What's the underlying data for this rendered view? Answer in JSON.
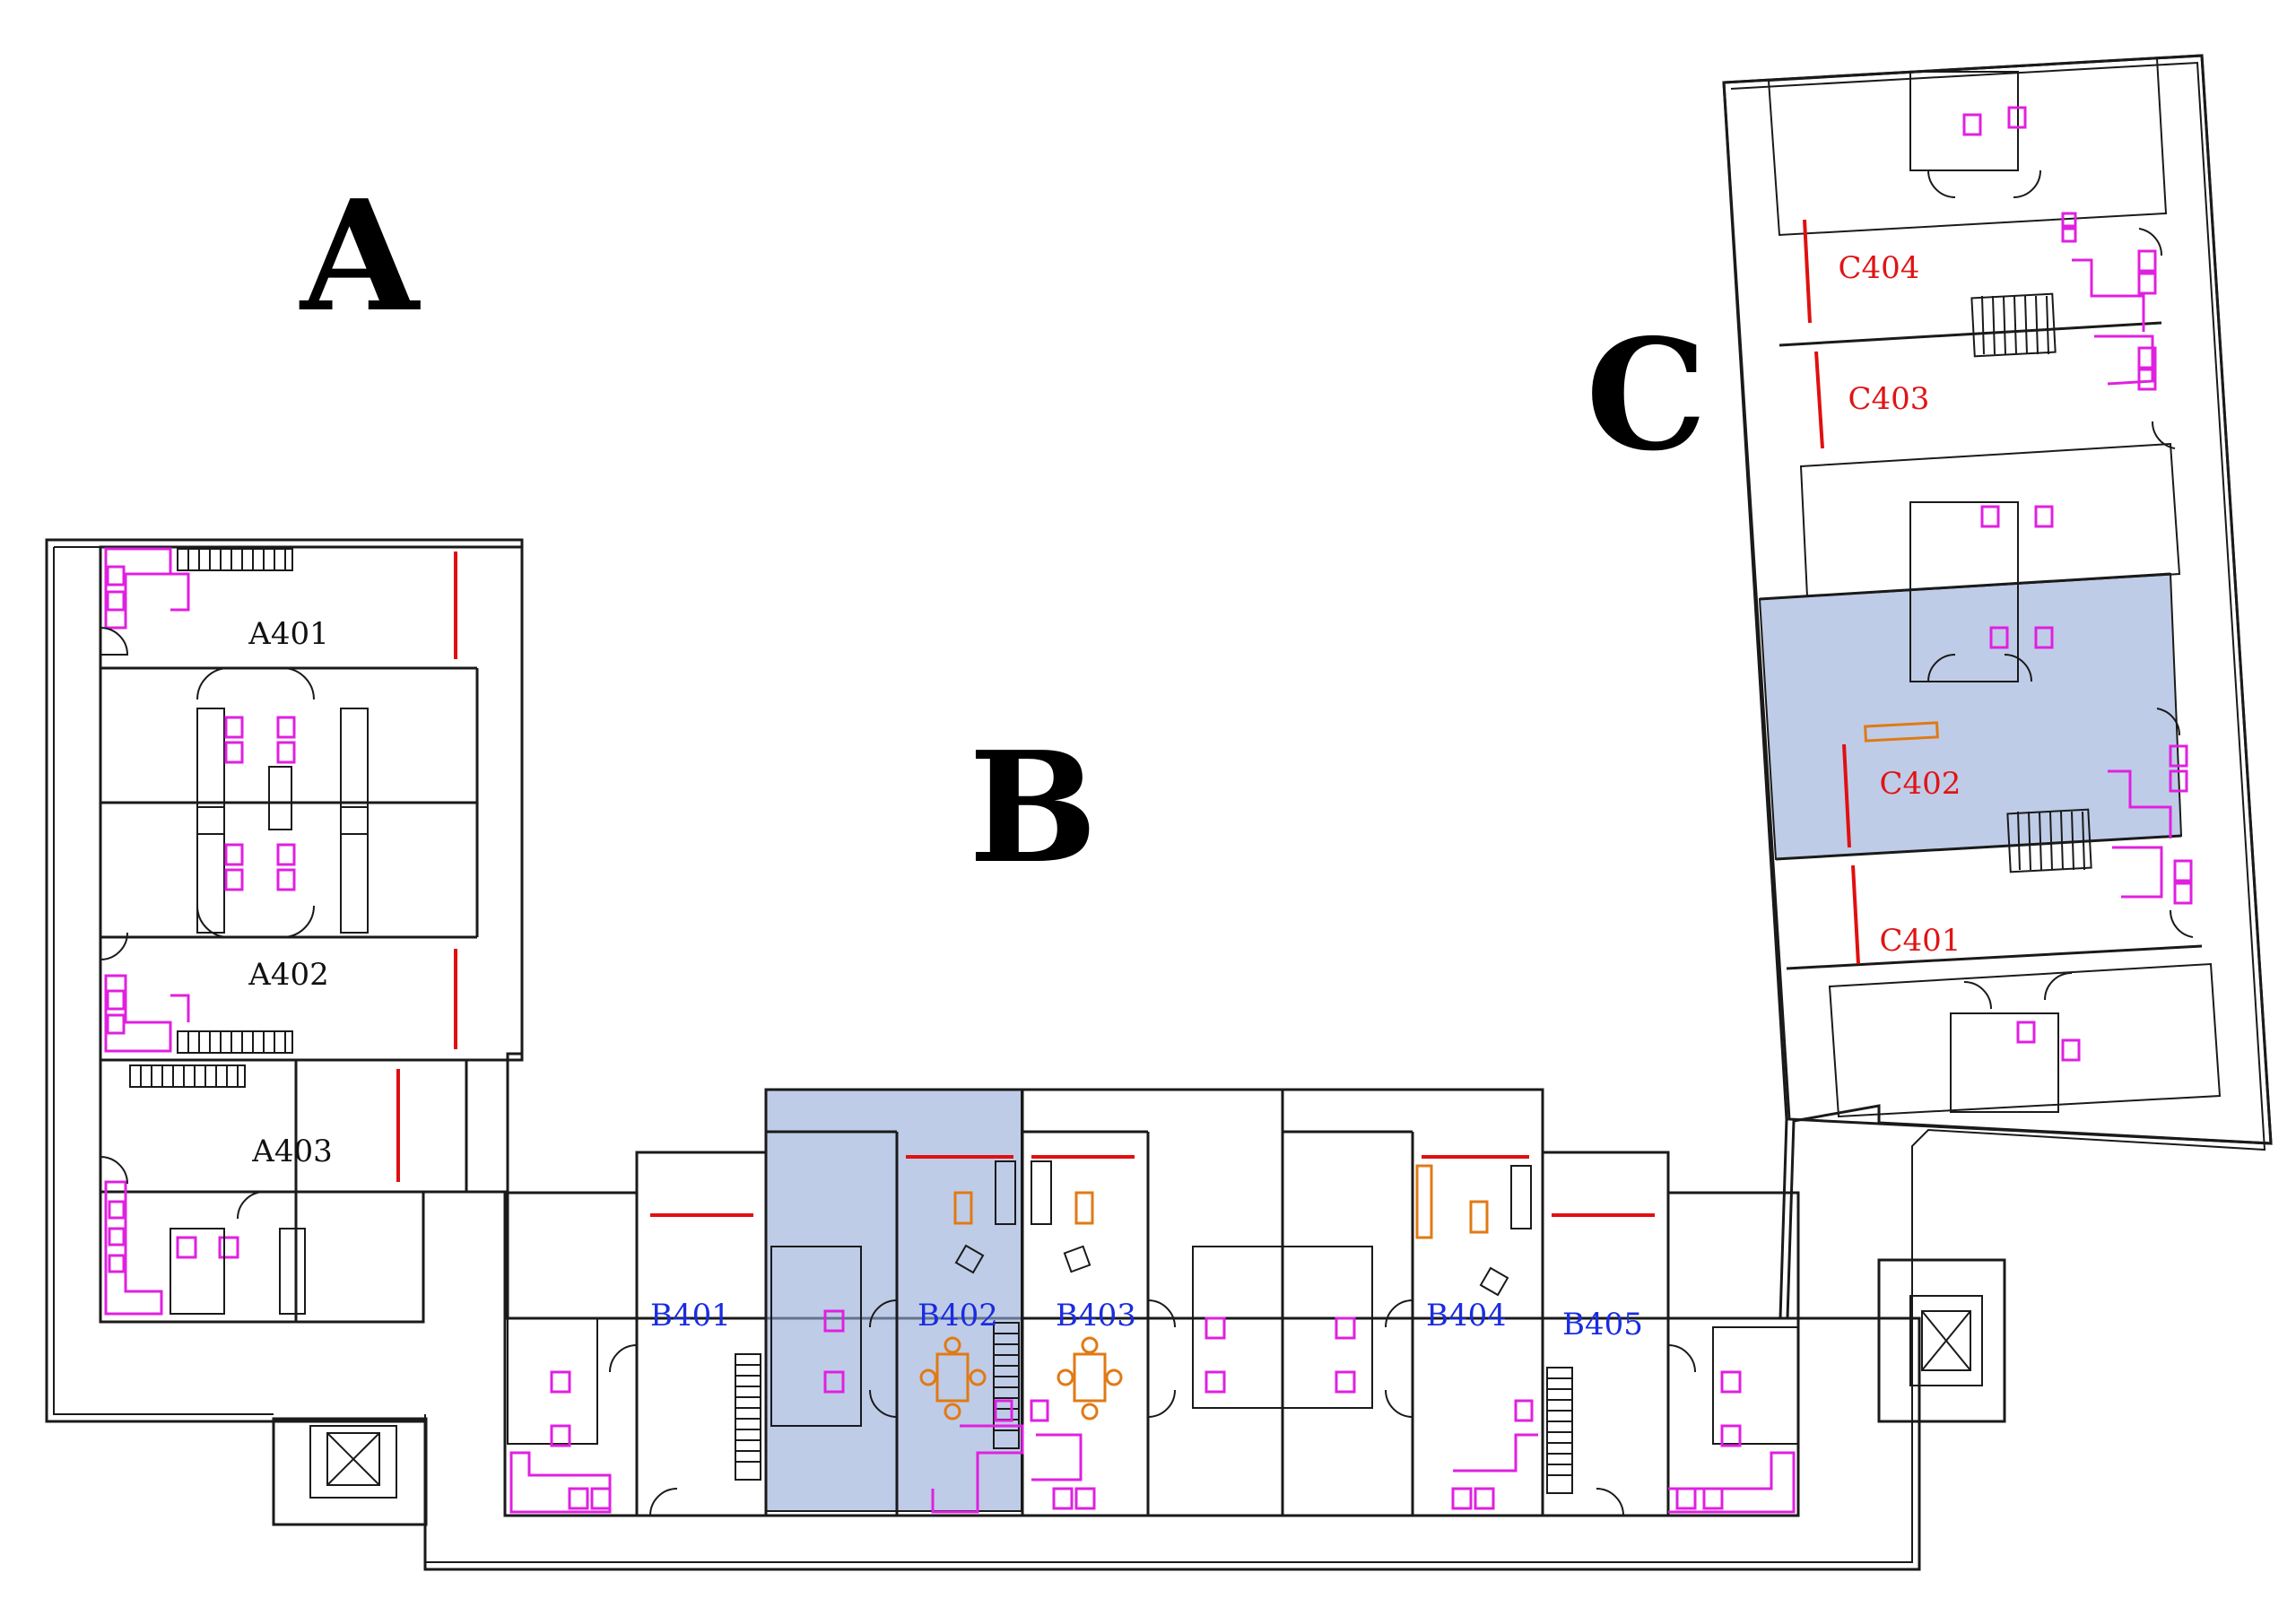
{
  "buildings": [
    {
      "label": "A"
    },
    {
      "label": "B"
    },
    {
      "label": "C"
    }
  ],
  "rooms": {
    "A": [
      "A401",
      "A402",
      "A403"
    ],
    "B": [
      "B401",
      "B402",
      "B403",
      "B404",
      "B405"
    ],
    "C": [
      "C404",
      "C403",
      "C402",
      "C401"
    ]
  },
  "highlighted_rooms": [
    "B402",
    "C402"
  ],
  "colors": {
    "highlight": "#98acd8",
    "wall": "#1a1a1a",
    "window": "#e01010",
    "fixtures": "#e020e0",
    "furniture": "#e07a14",
    "label_A": "#111111",
    "label_B": "#1a2ce0",
    "label_C": "#e01414"
  }
}
